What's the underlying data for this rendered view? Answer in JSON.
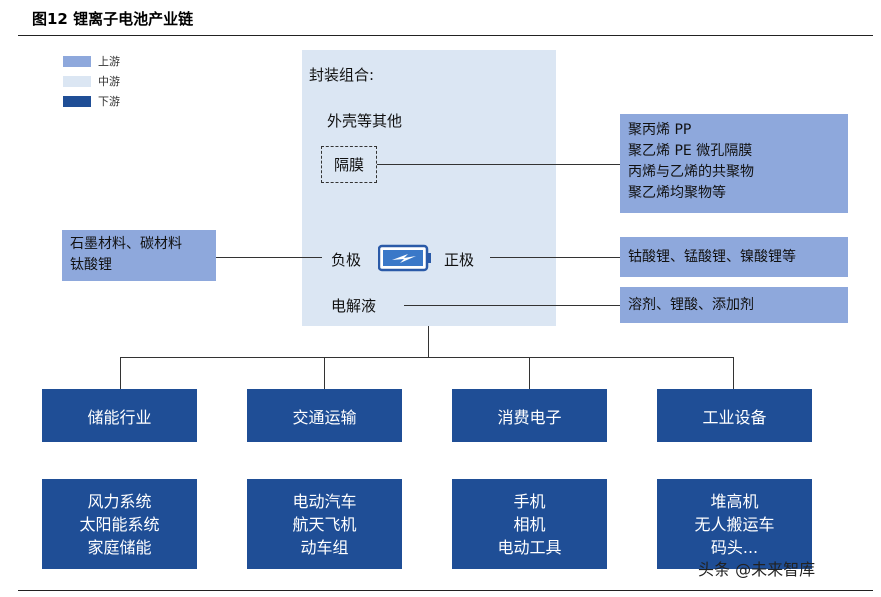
{
  "title": "图12 锂离子电池产业链",
  "legend": [
    {
      "label": "上游",
      "color": "#8ea8dc"
    },
    {
      "label": "中游",
      "color": "#dbe6f3"
    },
    {
      "label": "下游",
      "color": "#1f4e96"
    }
  ],
  "center": {
    "heading": "封装组合:",
    "shell": "外壳等其他",
    "separator": "隔膜",
    "anode": "负极",
    "cathode": "正极",
    "electrolyte": "电解液"
  },
  "separator_materials": [
    "聚丙烯 PP",
    "聚乙烯 PE 微孔隔膜",
    "丙烯与乙烯的共聚物",
    "聚乙烯均聚物等"
  ],
  "anode_materials": [
    "石墨材料、碳材料",
    "钛酸锂"
  ],
  "cathode_materials": [
    "钴酸锂、锰酸锂、镍酸锂等"
  ],
  "electrolyte_materials": [
    "溶剂、锂酸、添加剂"
  ],
  "industries": [
    {
      "name": "储能行业",
      "apps": [
        "风力系统",
        "太阳能系统",
        "家庭储能"
      ]
    },
    {
      "name": "交通运输",
      "apps": [
        "电动汽车",
        "航天飞机",
        "动车组"
      ]
    },
    {
      "name": "消费电子",
      "apps": [
        "手机",
        "相机",
        "电动工具"
      ]
    },
    {
      "name": "工业设备",
      "apps": [
        "堆高机",
        "无人搬运车",
        "码头..."
      ]
    }
  ],
  "watermark": "头条 @未来智库",
  "colors": {
    "upstream": "#8ea8dc",
    "midstream": "#dbe6f3",
    "downstream": "#1f4e96"
  }
}
